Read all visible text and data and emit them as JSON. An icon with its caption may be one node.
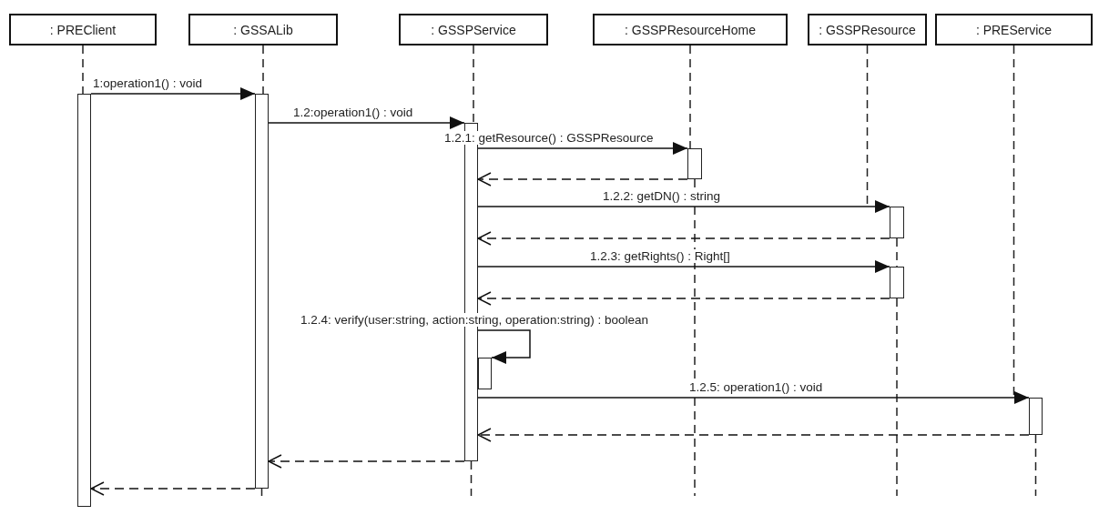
{
  "diagram": {
    "nodes": [
      {
        "text": [
          ": PREClient"
        ]
      },
      {
        "text": [
          ": GSSALib"
        ]
      },
      {
        "text": [
          ": GSSPService"
        ]
      },
      {
        "text": [
          ": GSSPResourceHome"
        ]
      },
      {
        "text": [
          ": GSSPResource"
        ]
      },
      {
        "text": [
          ": PREService"
        ]
      },
      {
        "text": [],
        "shape": "bar"
      },
      {
        "text": [],
        "shape": "bar"
      },
      {
        "text": [],
        "shape": "bar"
      },
      {
        "text": [],
        "shape": "bar"
      },
      {
        "text": [],
        "shape": "bar"
      },
      {
        "text": [],
        "shape": "bar"
      },
      {
        "text": [],
        "shape": "bar"
      },
      {
        "text": [],
        "shape": "bar"
      }
    ],
    "edges": [
      {
        "from": 6,
        "to": 7,
        "arrow": "to",
        "label": "1:operation1() : void"
      },
      {
        "from": 7,
        "to": 8,
        "arrow": "to",
        "label": "1.2:operation1() : void"
      },
      {
        "from": 8,
        "to": 9,
        "arrow": "to",
        "label": "1.2.1: getResource() : GSSPResource"
      },
      {
        "from": 9,
        "to": 8,
        "arrow": "to",
        "style": "dashed"
      },
      {
        "from": 8,
        "to": 10,
        "arrow": "to",
        "label": "1.2.2: getDN() : string"
      },
      {
        "from": 10,
        "to": 8,
        "arrow": "to",
        "style": "dashed"
      },
      {
        "from": 8,
        "to": 11,
        "arrow": "to",
        "label": "1.2.3: getRights() : Right[]"
      },
      {
        "from": 11,
        "to": 8,
        "arrow": "to",
        "style": "dashed"
      },
      {
        "from": 8,
        "to": 12,
        "arrow": "to",
        "label": "1.2.4: verify(user:string, action:string, operation:string) : boolean"
      },
      {
        "from": 8,
        "to": 13,
        "arrow": "to",
        "label": "1.2.5: operation1() : void"
      },
      {
        "from": 13,
        "to": 8,
        "arrow": "to",
        "style": "dashed"
      },
      {
        "from": 8,
        "to": 7,
        "arrow": "to",
        "style": "dashed"
      },
      {
        "from": 7,
        "to": 6,
        "arrow": "to",
        "style": "dashed"
      },
      {
        "from": 0,
        "to": 6,
        "arrow": "none",
        "style": "dashed"
      },
      {
        "from": 1,
        "to": 7,
        "arrow": "none",
        "style": "dashed"
      },
      {
        "from": 7,
        "to": null,
        "arrow": "none",
        "style": "dashed"
      },
      {
        "from": 2,
        "to": 8,
        "arrow": "none",
        "style": "dashed"
      },
      {
        "from": 8,
        "to": null,
        "arrow": "none",
        "style": "dashed"
      },
      {
        "from": 3,
        "to": 9,
        "arrow": "none",
        "style": "dashed"
      },
      {
        "from": 9,
        "to": null,
        "arrow": "none",
        "style": "dashed"
      },
      {
        "from": 4,
        "to": 10,
        "arrow": "none",
        "style": "dashed"
      },
      {
        "from": 10,
        "to": 11,
        "arrow": "none",
        "style": "dashed"
      },
      {
        "from": 11,
        "to": null,
        "arrow": "none",
        "style": "dashed"
      },
      {
        "from": 5,
        "to": 13,
        "arrow": "none",
        "style": "dashed"
      },
      {
        "from": 13,
        "to": null,
        "arrow": "none",
        "style": "dashed"
      }
    ]
  }
}
